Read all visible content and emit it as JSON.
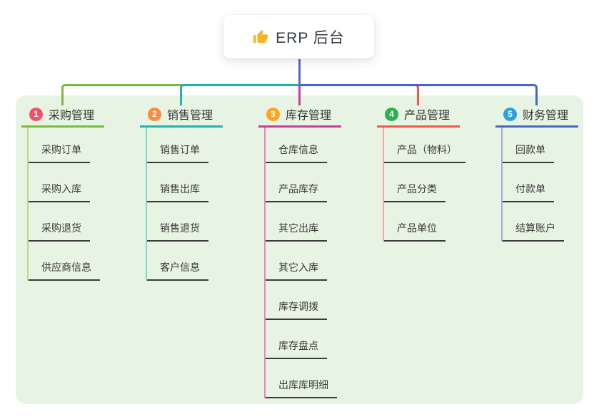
{
  "root": {
    "label": "ERP 后台",
    "icon": "thumbs-up-icon",
    "icon_color": "#f5b52b"
  },
  "connector_colors": {
    "root_stub": "#5968c4"
  },
  "panel_background": "#e8f4e3",
  "branches": [
    {
      "badge": "1",
      "label": "采购管理",
      "badge_color": "#f1506a",
      "color": "#7cba3f",
      "light_color": "#b7db8d",
      "children": [
        "采购订单",
        "采购入库",
        "采购退货",
        "供应商信息"
      ]
    },
    {
      "badge": "2",
      "label": "销售管理",
      "badge_color": "#fb8c3d",
      "color": "#20b3a8",
      "light_color": "#82d6cd",
      "children": [
        "销售订单",
        "销售出库",
        "销售退货",
        "客户信息"
      ]
    },
    {
      "badge": "3",
      "label": "库存管理",
      "badge_color": "#ffa41e",
      "color": "#c83e97",
      "light_color": "#ee82c4",
      "children": [
        "仓库信息",
        "产品库存",
        "其它出库",
        "其它入库",
        "库存调拨",
        "库存盘点",
        "出库库明细"
      ]
    },
    {
      "badge": "4",
      "label": "产品管理",
      "badge_color": "#2fad52",
      "color": "#f2574f",
      "light_color": "#f8a6a0",
      "children": [
        "产品（物料）",
        "产品分类",
        "产品单位"
      ]
    },
    {
      "badge": "5",
      "label": "财务管理",
      "badge_color": "#2aa1e2",
      "color": "#4767c7",
      "light_color": "#9dabdf",
      "children": [
        "回款单",
        "付款单",
        "结算账户"
      ]
    }
  ]
}
